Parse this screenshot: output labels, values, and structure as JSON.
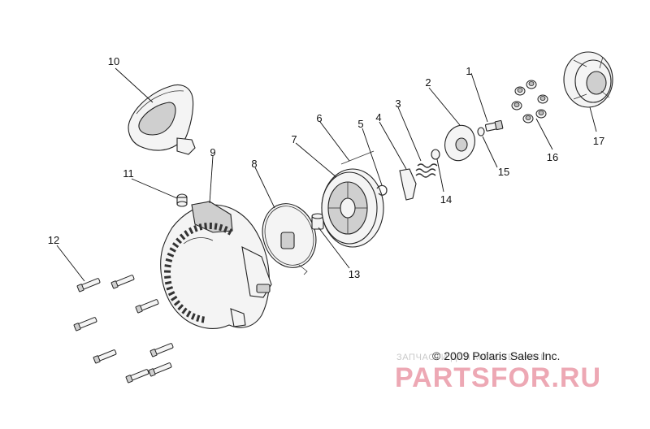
{
  "diagram": {
    "callouts": [
      "1",
      "2",
      "3",
      "4",
      "5",
      "6",
      "7",
      "8",
      "9",
      "10",
      "11",
      "12",
      "13",
      "14",
      "15",
      "16",
      "17"
    ],
    "copyright": "© 2009 Polaris Sales Inc.",
    "watermark": {
      "tagline": "ЗАПЧАСТИ ДЛЯ МОТОТЕХНИКИ",
      "logo": "PARTSFOR.RU"
    }
  }
}
